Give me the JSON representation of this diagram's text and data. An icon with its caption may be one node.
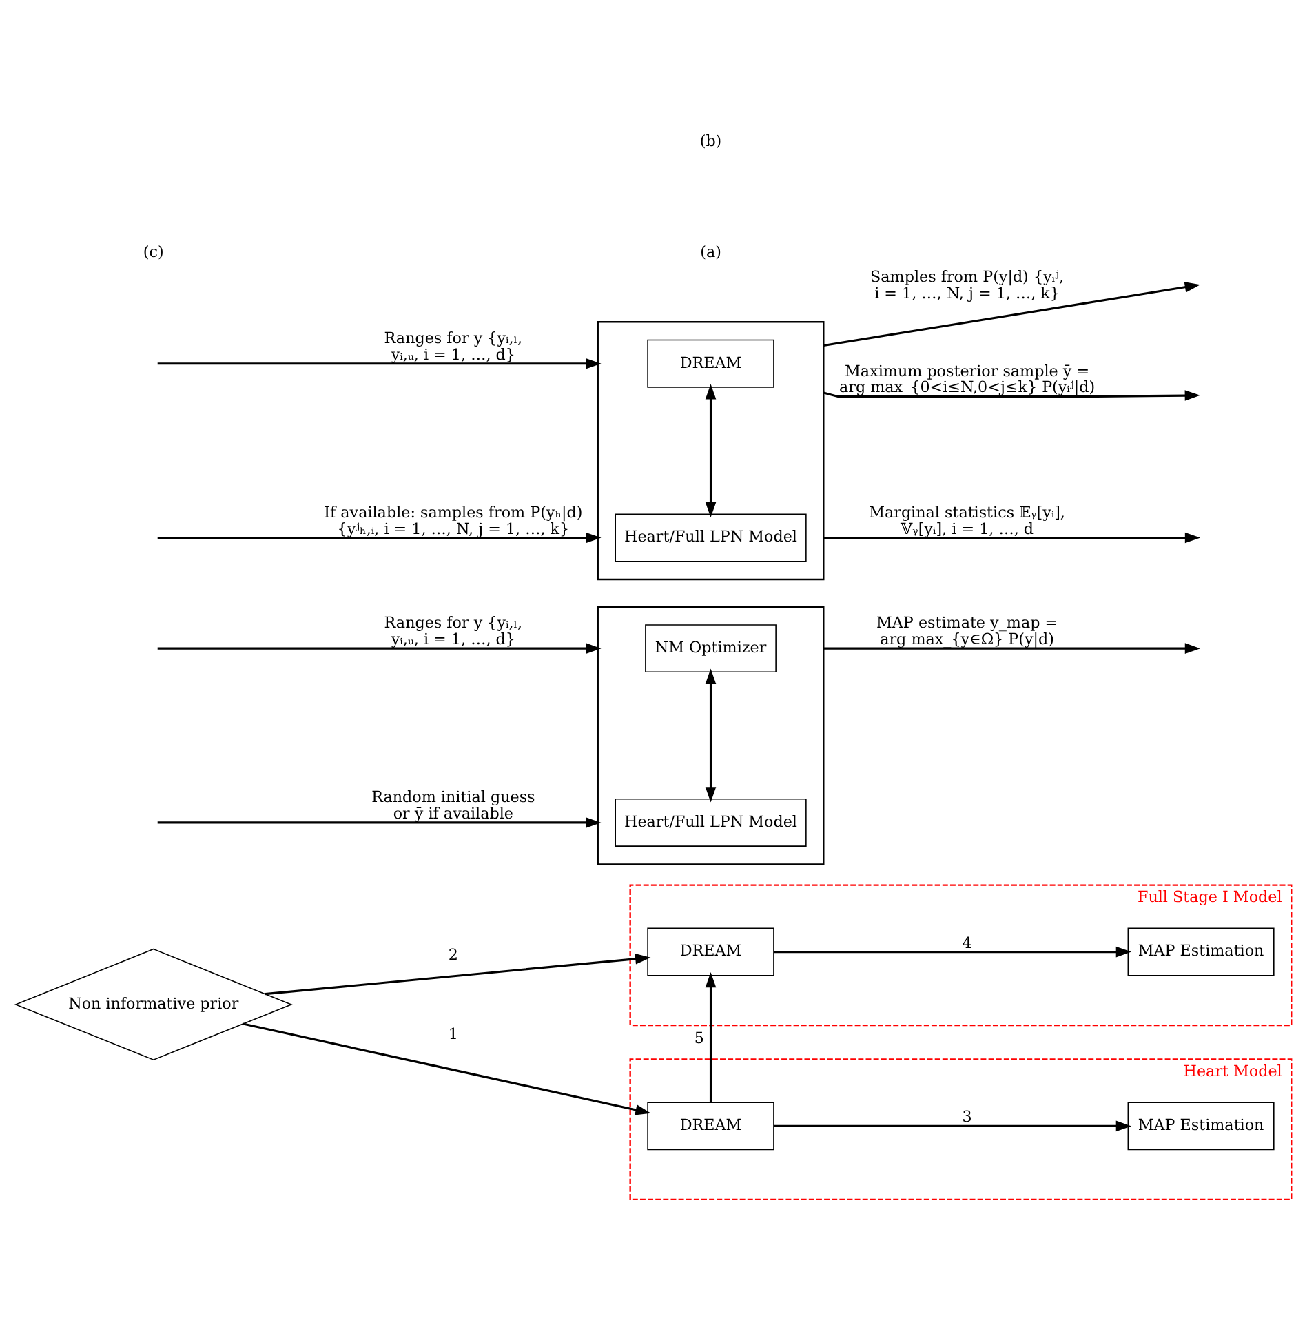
{
  "diagram": {
    "nodes": [
      {
        "text": [],
        "shape": "box"
      },
      {
        "text": [
          "DREAM"
        ],
        "in": 0
      },
      {
        "text": [
          "Heart/Full LPN Model"
        ],
        "in": 0
      },
      {
        "text": [],
        "shape": "box"
      },
      {
        "text": [
          "NM Optimizer"
        ],
        "in": 3
      },
      {
        "text": [
          "Heart/Full LPN Model"
        ],
        "in": 3
      },
      {
        "text": [
          "Heart Model"
        ]
      },
      {
        "text": [
          "DREAM"
        ],
        "in": 6
      },
      {
        "text": [
          "MAP Estimation"
        ],
        "in": 6
      },
      {
        "text": [
          "Full Stage I Model"
        ]
      },
      {
        "text": [
          "DREAM"
        ],
        "in": 9
      },
      {
        "text": [
          "MAP Estimation"
        ],
        "in": 9
      },
      {
        "text": [
          "Non informative prior"
        ]
      }
    ],
    "edges": [
      {
        "from": 1,
        "to": 2,
        "arrow": "both"
      },
      {
        "from": null,
        "to": 0,
        "arrow": "to",
        "label": "Ranges for y {yᵢ,ₗ, yᵢ,ᵤ, i = 1, …, d}"
      },
      {
        "from": null,
        "to": 0,
        "arrow": "to",
        "label": "If available: samples from P(yₕ|d) {yʲₕ,ᵢ, i = 1, …, N, j = 1, …, k}"
      },
      {
        "from": 0,
        "to": null,
        "arrow": "to",
        "label": "Samples from P(y|d) {yᵢʲ, i = 1, …, N, j = 1, …, k}"
      },
      {
        "from": 0,
        "to": null,
        "arrow": "to",
        "label": "Maximum posterior sample ȳ = arg max_{0<i≤N,0<j≤k} P(yᵢʲ|d)"
      },
      {
        "from": 0,
        "to": null,
        "arrow": "to",
        "label": "Marginal statistics 𝔼ᵧ[yᵢ], 𝕍ᵧ[yᵢ], i = 1, …, d"
      },
      {
        "from": 4,
        "to": 5,
        "arrow": "both"
      },
      {
        "from": null,
        "to": 3,
        "arrow": "to",
        "label": "Ranges for y {yᵢ,ₗ, yᵢ,ᵤ, i = 1, …, d}"
      },
      {
        "from": null,
        "to": 3,
        "arrow": "to",
        "label": "Random initial guess or ȳ if available"
      },
      {
        "from": 3,
        "to": null,
        "arrow": "to",
        "label": "MAP estimate y_map = arg max_{y∈Ω} P(y|d)"
      },
      {
        "from": 12,
        "to": 7,
        "arrow": "to",
        "label": "1"
      },
      {
        "from": 12,
        "to": 10,
        "arrow": "to",
        "label": "2"
      },
      {
        "from": 7,
        "to": 8,
        "arrow": "to",
        "label": "3"
      },
      {
        "from": 10,
        "to": 11,
        "arrow": "to",
        "label": "4"
      },
      {
        "from": 7,
        "to": 10,
        "arrow": "to",
        "label": "5"
      }
    ],
    "labels": [
      "(a)",
      "(b)",
      "(c)"
    ]
  }
}
